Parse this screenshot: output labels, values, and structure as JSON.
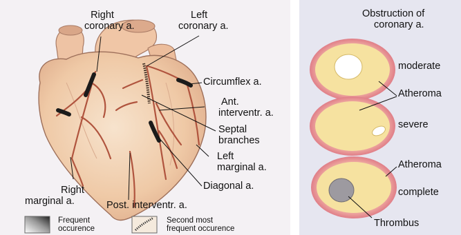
{
  "heart_labels": {
    "right_coronary": [
      "Right",
      "coronary a."
    ],
    "left_coronary": [
      "Left",
      "coronary a."
    ],
    "circumflex": "Circumflex a.",
    "ant_interventr": [
      "Ant.",
      "interventr. a."
    ],
    "septal": [
      "Septal",
      "branches"
    ],
    "left_marginal": [
      "Left",
      "marginal a."
    ],
    "diagonal": "Diagonal a.",
    "right_marginal": [
      "Right",
      "marginal a."
    ],
    "post_interventr": "Post. interventr. a."
  },
  "legend": {
    "frequent": [
      "Frequent",
      "occurence"
    ],
    "second": [
      "Second most",
      "frequent occurence"
    ]
  },
  "obstruction": {
    "title": [
      "Obstruction of",
      "coronary a."
    ],
    "moderate": "moderate",
    "atheroma_1": "Atheroma",
    "severe": "severe",
    "atheroma_2": "Atheroma",
    "complete": "complete",
    "thrombus": "Thrombus"
  },
  "colors": {
    "heart_flesh": "#efc9a6",
    "vessel_wall": "#e88f95",
    "atheroma": "#f6e2a0",
    "thrombus": "#9d9aa0",
    "occlusion_dark": "#1b1b1b"
  }
}
